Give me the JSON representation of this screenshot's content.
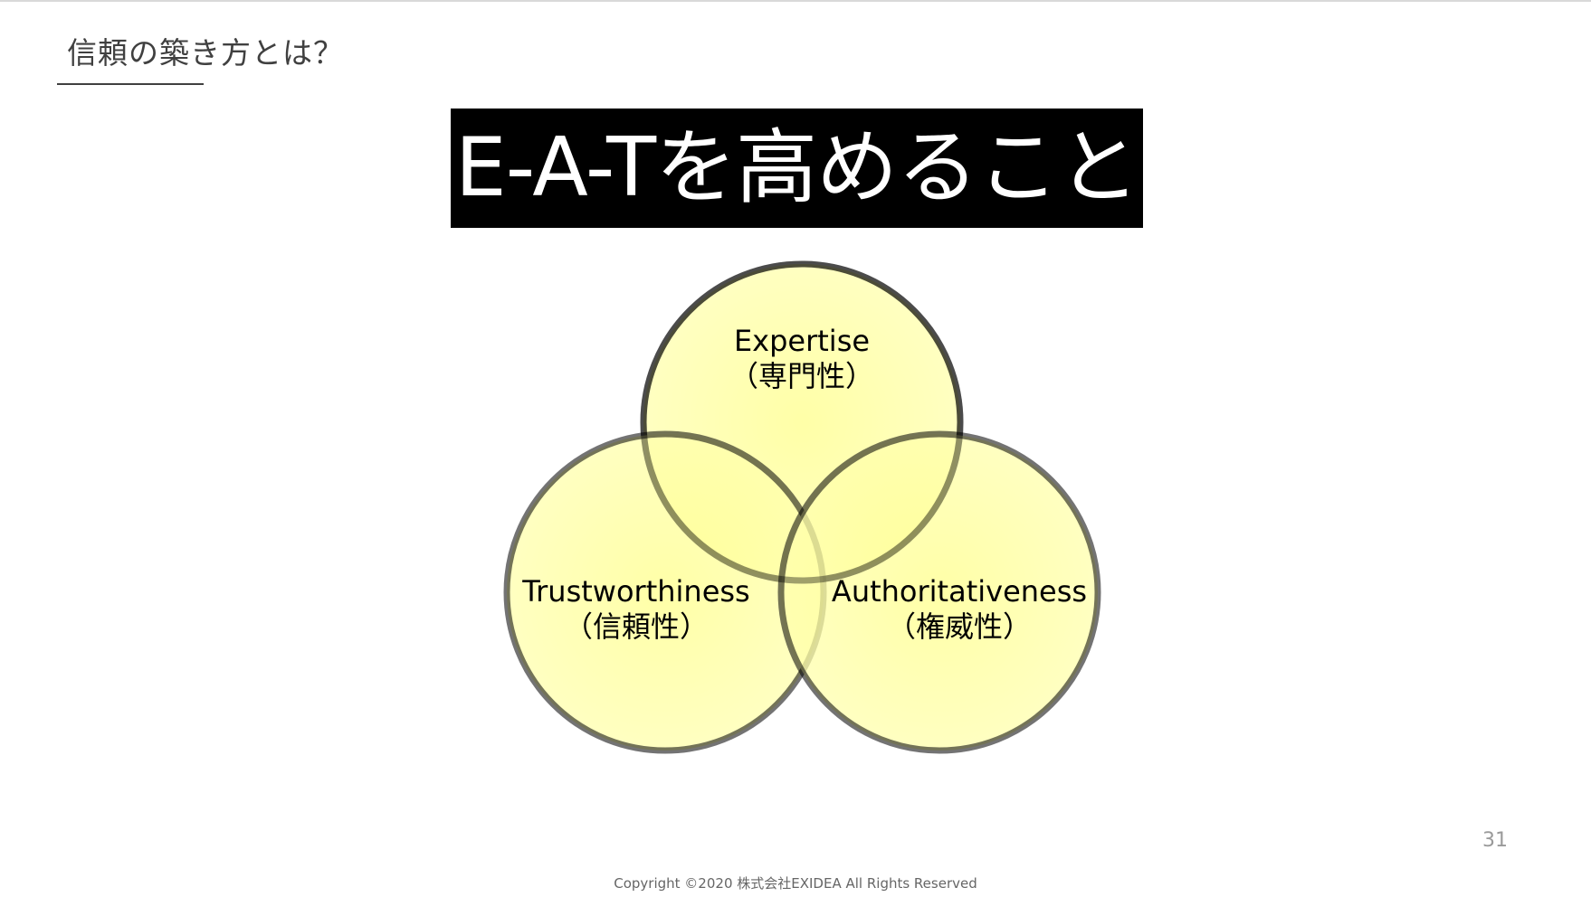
{
  "slide": {
    "title": "信頼の築き方とは？",
    "headline": "E-A-Tを高めること",
    "page_number": "31",
    "copyright": "Copyright ©2020 株式会社EXIDEA All Rights Reserved"
  },
  "diagram": {
    "type": "venn",
    "fill_color": "#ffff8c",
    "overlap_color": "#ffff4d",
    "stroke_color": "#000000",
    "circles": [
      {
        "key": "expertise",
        "label_en": "Expertise",
        "label_ja": "（専門性）"
      },
      {
        "key": "trustworthiness",
        "label_en": "Trustworthiness",
        "label_ja": "（信頼性）"
      },
      {
        "key": "authoritativeness",
        "label_en": "Authoritativeness",
        "label_ja": "（権威性）"
      }
    ]
  }
}
